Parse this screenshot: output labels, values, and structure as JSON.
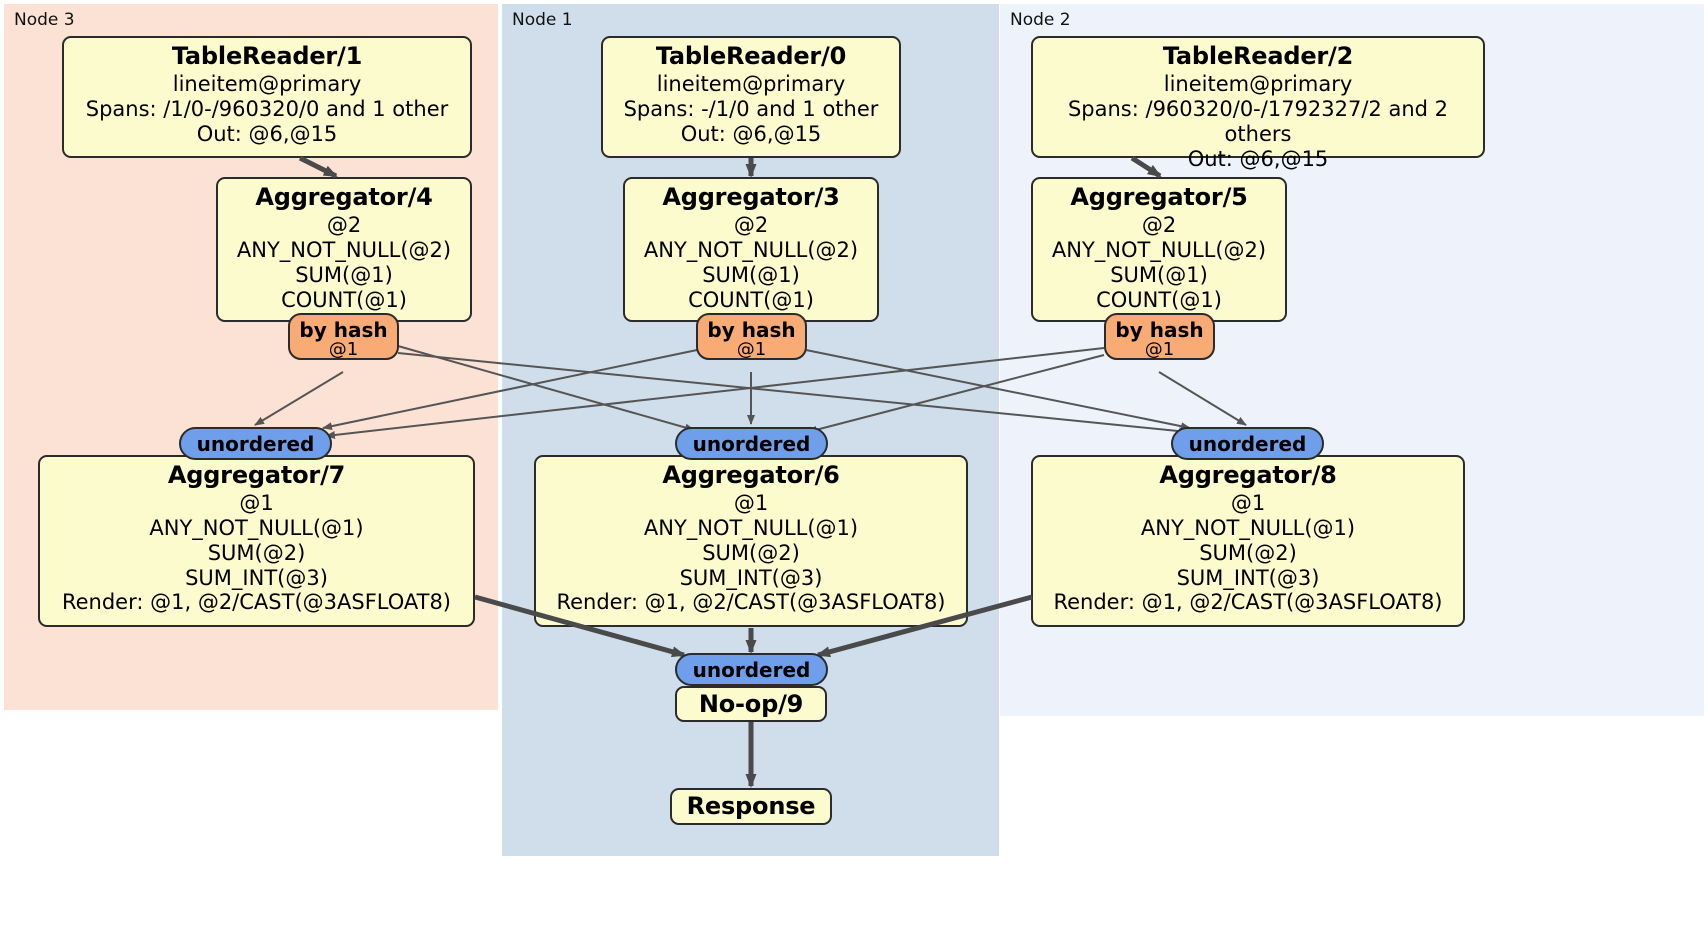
{
  "diagram": {
    "title": "Distributed SQL query execution plan",
    "colors": {
      "node3_panel": "#fbe2d5",
      "node1_panel": "#cfdeea",
      "node2_panel": "#eef2fb",
      "processor_fill": "#fbfbcd",
      "processor_border": "#2b2b2b",
      "hash_router": "#f9ab76",
      "unordered_synchronizer": "#6f9fea",
      "edge": "#4a4a4a",
      "thin_edge": "#555555"
    }
  },
  "panels": [
    {
      "id": "node3",
      "label": "Node 3"
    },
    {
      "id": "node1",
      "label": "Node 1"
    },
    {
      "id": "node2",
      "label": "Node 2"
    }
  ],
  "processors": {
    "table_reader_1": {
      "title": "TableReader/1",
      "lines": [
        "lineitem@primary",
        "Spans: /1/0-/960320/0 and 1 other",
        "Out: @6,@15"
      ]
    },
    "table_reader_0": {
      "title": "TableReader/0",
      "lines": [
        "lineitem@primary",
        "Spans: -/1/0 and 1 other",
        "Out: @6,@15"
      ]
    },
    "table_reader_2": {
      "title": "TableReader/2",
      "lines": [
        "lineitem@primary",
        "Spans: /960320/0-/1792327/2 and 2 others",
        "Out: @6,@15"
      ]
    },
    "aggregator_4": {
      "title": "Aggregator/4",
      "lines": [
        "@2",
        "ANY_NOT_NULL(@2)",
        "SUM(@1)",
        "COUNT(@1)"
      ]
    },
    "aggregator_3": {
      "title": "Aggregator/3",
      "lines": [
        "@2",
        "ANY_NOT_NULL(@2)",
        "SUM(@1)",
        "COUNT(@1)"
      ]
    },
    "aggregator_5": {
      "title": "Aggregator/5",
      "lines": [
        "@2",
        "ANY_NOT_NULL(@2)",
        "SUM(@1)",
        "COUNT(@1)"
      ]
    },
    "aggregator_7": {
      "title": "Aggregator/7",
      "lines": [
        "@1",
        "ANY_NOT_NULL(@1)",
        "SUM(@2)",
        "SUM_INT(@3)",
        "Render: @1, @2/CAST(@3ASFLOAT8)"
      ]
    },
    "aggregator_6": {
      "title": "Aggregator/6",
      "lines": [
        "@1",
        "ANY_NOT_NULL(@1)",
        "SUM(@2)",
        "SUM_INT(@3)",
        "Render: @1, @2/CAST(@3ASFLOAT8)"
      ]
    },
    "aggregator_8": {
      "title": "Aggregator/8",
      "lines": [
        "@1",
        "ANY_NOT_NULL(@1)",
        "SUM(@2)",
        "SUM_INT(@3)",
        "Render: @1, @2/CAST(@3ASFLOAT8)"
      ]
    },
    "noop_9": {
      "title": "No-op/9"
    },
    "response": {
      "title": "Response"
    }
  },
  "routers": {
    "hash_left": {
      "label": "by hash",
      "column": "@1"
    },
    "hash_center": {
      "label": "by hash",
      "column": "@1"
    },
    "hash_right": {
      "label": "by hash",
      "column": "@1"
    }
  },
  "synchronizers": {
    "sync_left": {
      "label": "unordered"
    },
    "sync_center": {
      "label": "unordered"
    },
    "sync_right": {
      "label": "unordered"
    },
    "sync_final": {
      "label": "unordered"
    }
  }
}
